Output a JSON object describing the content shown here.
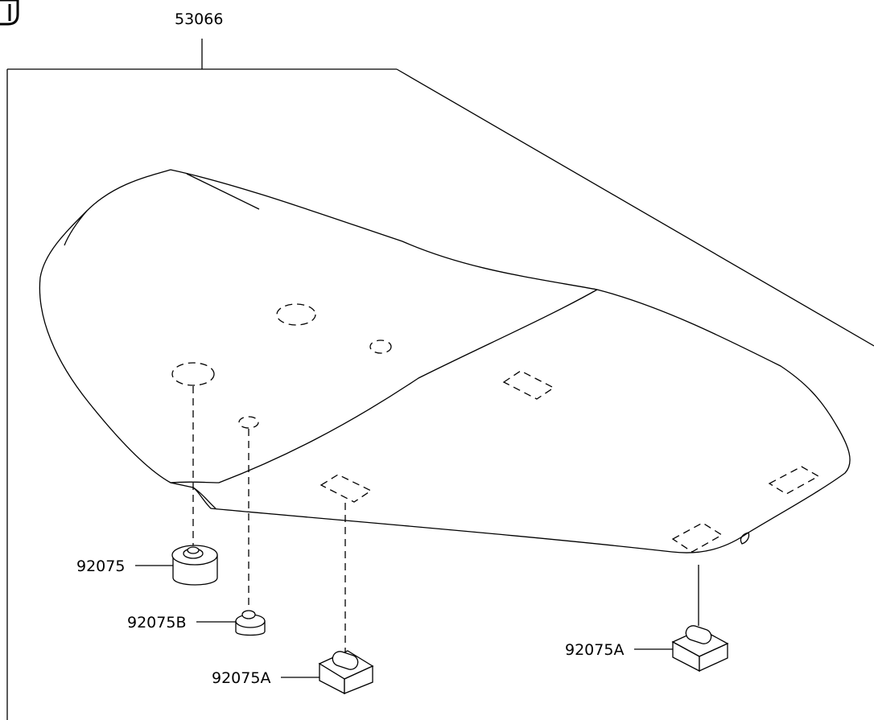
{
  "diagram": {
    "callouts": {
      "seat": "53066",
      "damper": "92075",
      "damper_b": "92075B",
      "damper_a_left": "92075A",
      "damper_a_right": "92075A"
    }
  }
}
